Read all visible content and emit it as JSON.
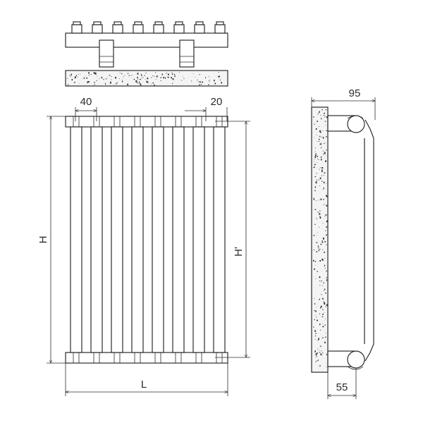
{
  "dimensions": {
    "tube_pitch": "40",
    "tube_depth": "20",
    "height": "H",
    "height_between_axes": "H'",
    "length": "L",
    "total_depth": "95",
    "wall_distance": "55"
  }
}
